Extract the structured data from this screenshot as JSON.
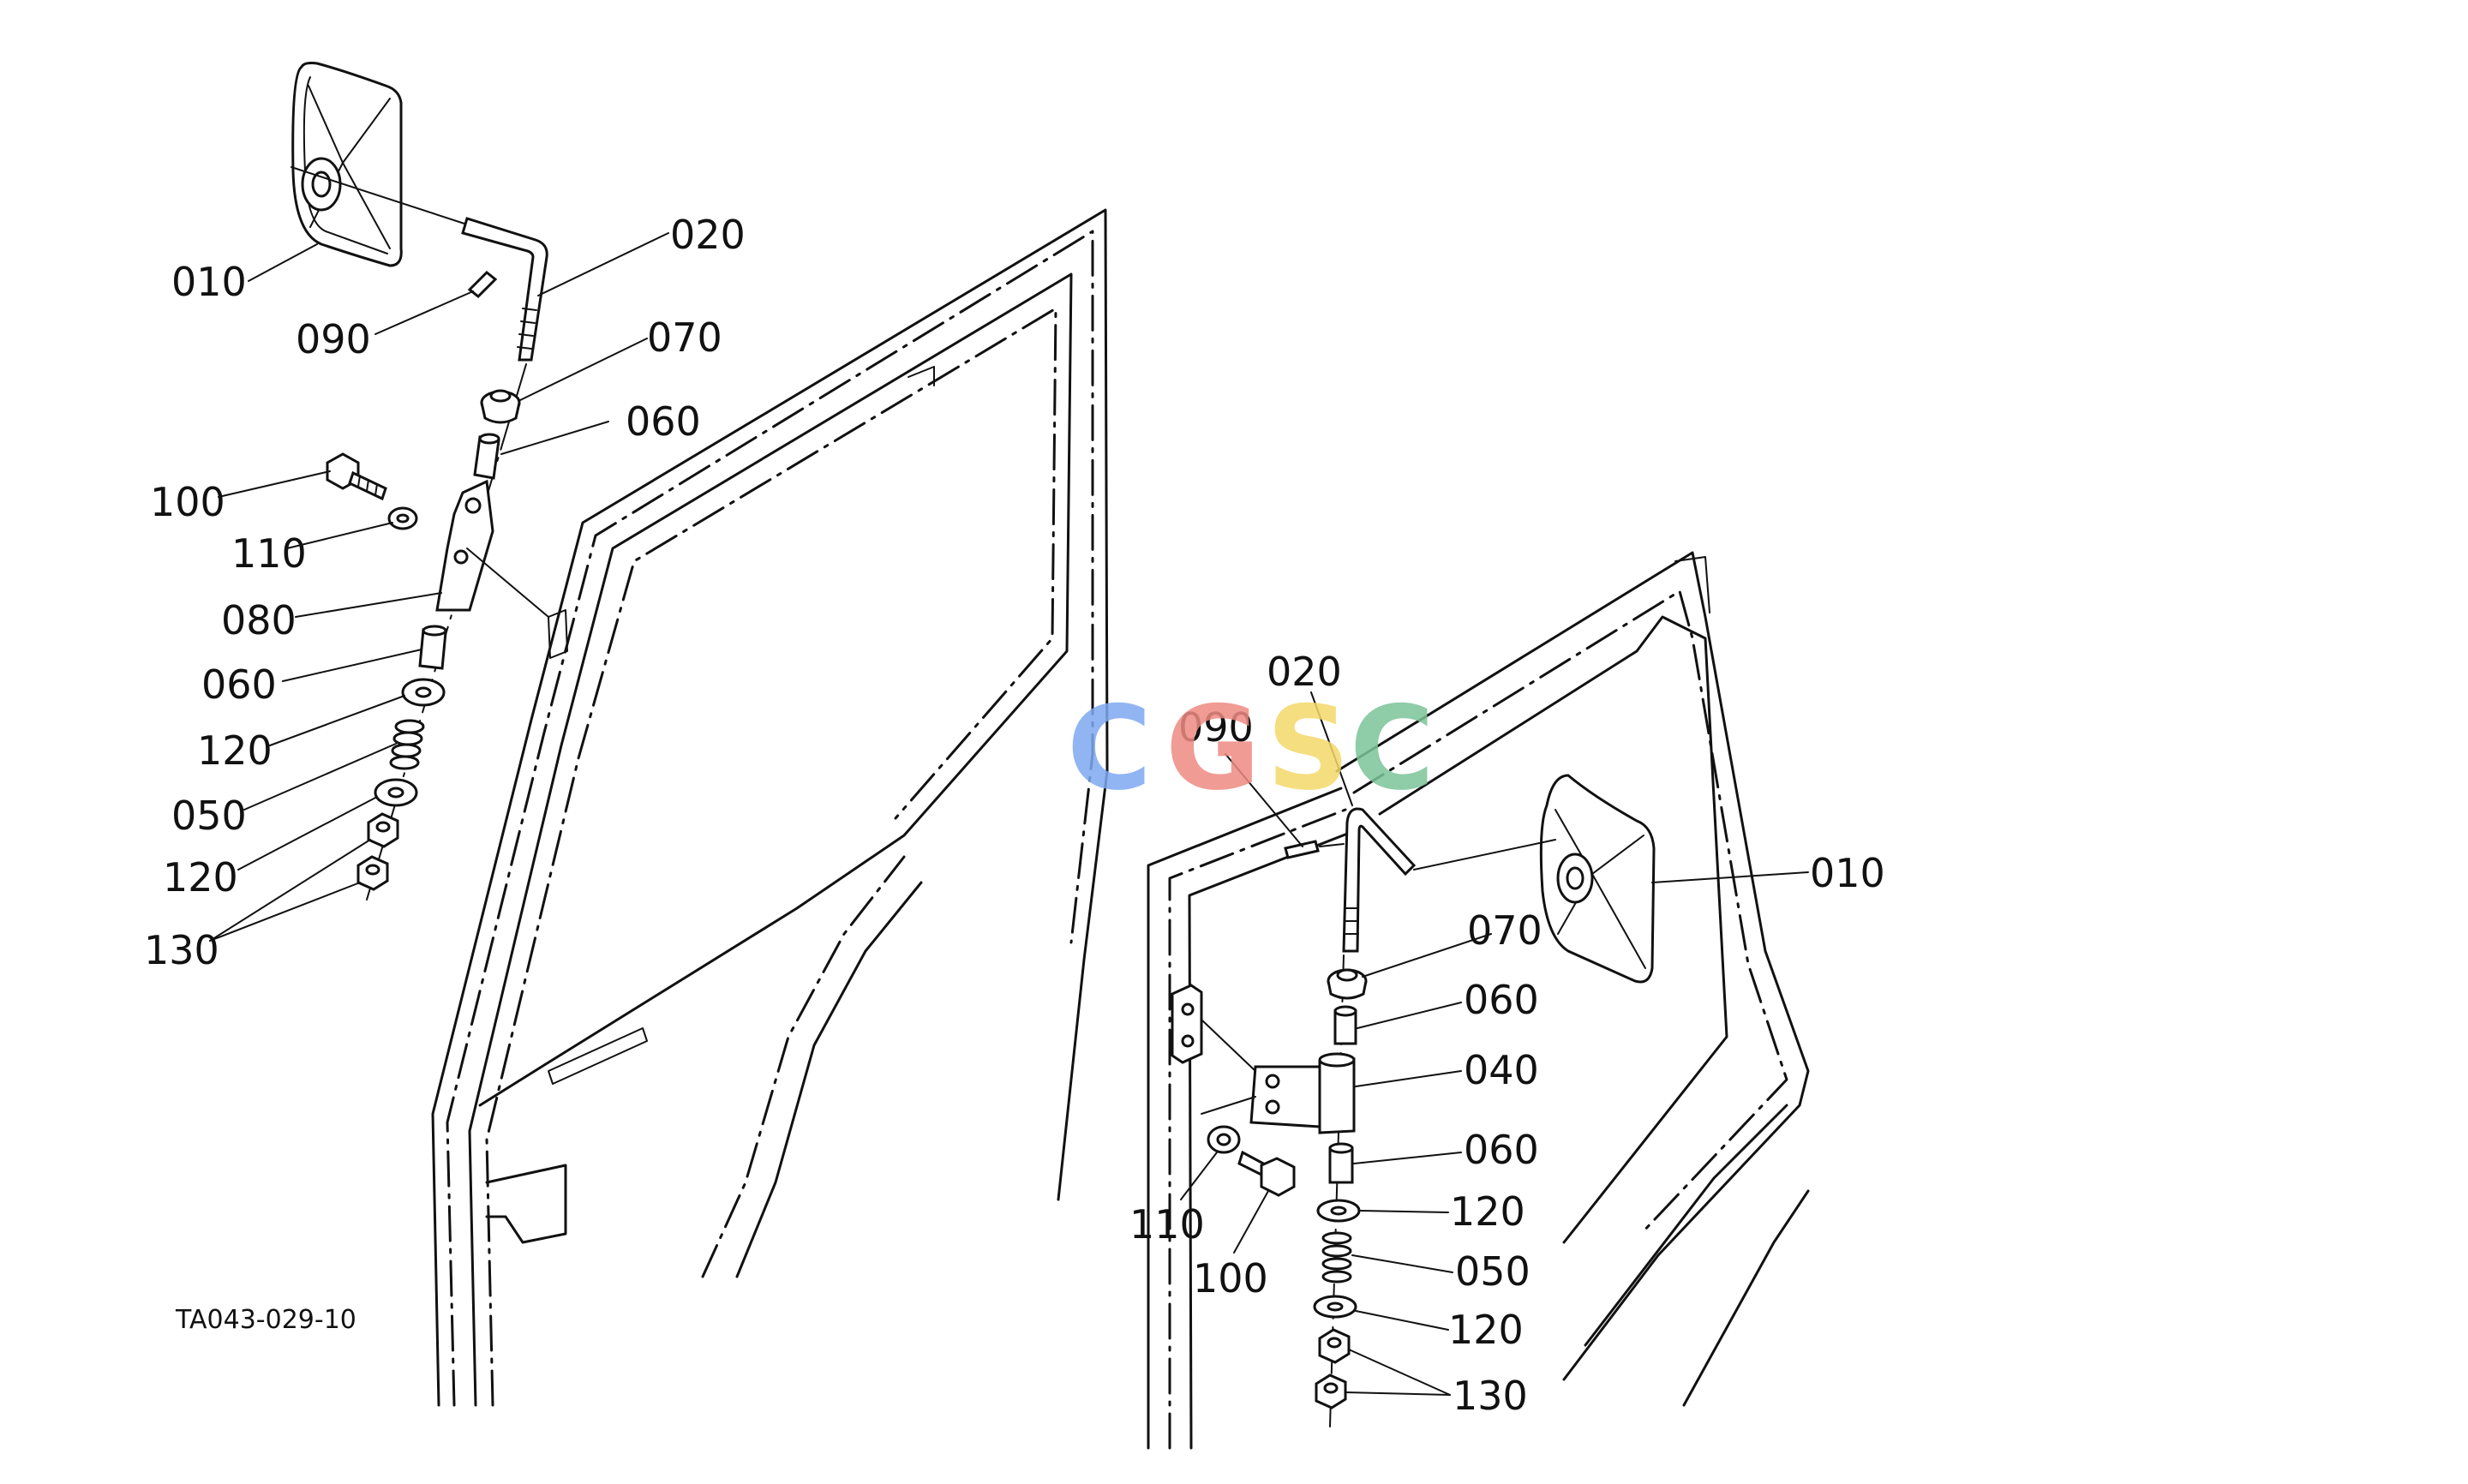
{
  "watermark": {
    "letters": [
      "C",
      "G",
      "S",
      "C"
    ],
    "colors": [
      "#7ea9f0",
      "#ee8a82",
      "#f4d96a",
      "#7cc49a"
    ]
  },
  "drawing_id": "TA043-029-10",
  "left_view": {
    "callouts": [
      "010",
      "020",
      "090",
      "070",
      "060",
      "100",
      "110",
      "080",
      "060",
      "120",
      "050",
      "120",
      "130"
    ]
  },
  "right_view": {
    "callouts": [
      "020",
      "090",
      "010",
      "070",
      "060",
      "040",
      "060",
      "120",
      "110",
      "100",
      "050",
      "120",
      "130"
    ]
  }
}
